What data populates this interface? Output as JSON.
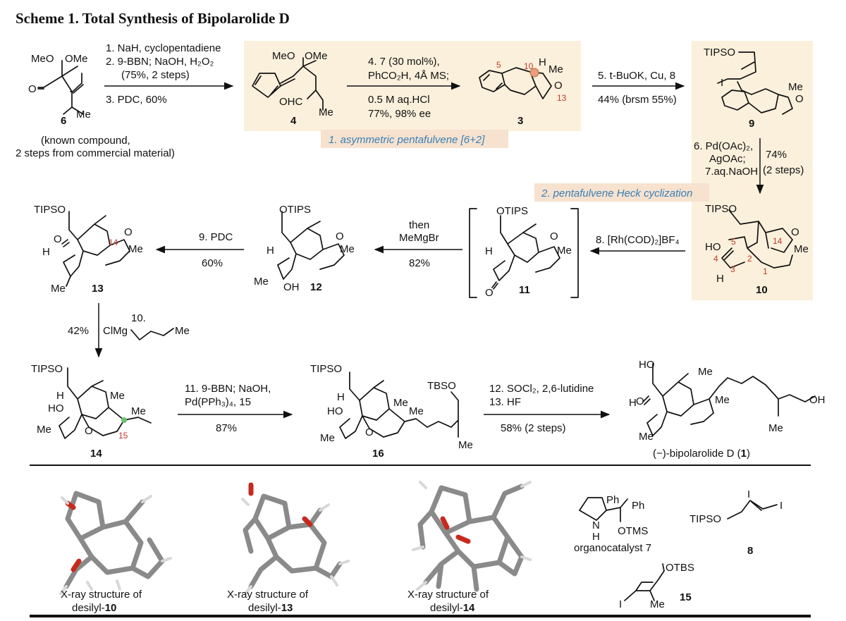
{
  "title": "Scheme 1. Total Synthesis of Bipolarolide D",
  "compounds": {
    "c6": {
      "label": "6",
      "meo": "MeO",
      "ome": "OMe",
      "o": "O",
      "me": "Me",
      "note1": "(known compound,",
      "note2": "2 steps from commercial material)"
    },
    "c4": {
      "label": "4",
      "meo": "MeO",
      "ome": "OMe",
      "ohc": "OHC",
      "me": "Me"
    },
    "c3": {
      "label": "3",
      "h": "H",
      "me": "Me",
      "o": "O",
      "n5": "5",
      "n10": "10",
      "n13": "13"
    },
    "c9": {
      "label": "9",
      "tipso": "TIPSO",
      "i": "I",
      "me": "Me",
      "o": "O"
    },
    "c10": {
      "label": "10",
      "tipso": "TIPSO",
      "ho": "HO",
      "h": "H",
      "o": "O",
      "me": "Me",
      "n5": "5",
      "n4": "4",
      "n3": "3",
      "n2": "2",
      "n1": "1",
      "n14": "14"
    },
    "c11": {
      "label": "11",
      "otips": "OTIPS",
      "h": "H",
      "o": "O",
      "me": "Me"
    },
    "c12": {
      "label": "12",
      "otips": "OTIPS",
      "h": "H",
      "me": "Me",
      "me2": "Me",
      "oh": "OH",
      "o": "O"
    },
    "c13": {
      "label": "13",
      "tipso": "TIPSO",
      "h": "H",
      "o": "O",
      "me": "Me",
      "me2": "Me",
      "n14": "14"
    },
    "c14": {
      "label": "14",
      "tipso": "TIPSO",
      "h": "H",
      "ho": "HO",
      "me": "Me",
      "me2": "Me",
      "me3": "Me",
      "o": "O",
      "n15": "15"
    },
    "c16": {
      "label": "16",
      "tipso": "TIPSO",
      "tbso": "TBSO",
      "h": "H",
      "ho": "HO",
      "me": "Me",
      "me2": "Me",
      "me3": "Me",
      "me4": "Me",
      "o": "O"
    },
    "c1": {
      "label": "(−)-bipolarolide D (",
      "bold": "1",
      "close": ")",
      "ho": "HO",
      "h": "H",
      "o": "O",
      "me": "Me",
      "me2": "Me",
      "me3": "Me",
      "me4": "Me",
      "oh": "OH"
    },
    "c7": {
      "caption": "organocatalyst 7",
      "ph": "Ph",
      "ph2": "Ph",
      "n": "N",
      "h": "H",
      "otms": "OTMS"
    },
    "c8": {
      "label": "8",
      "tipso": "TIPSO",
      "i": "I",
      "i2": "I"
    },
    "c15": {
      "label": "15",
      "otbs": "OTBS",
      "i": "I",
      "me": "Me"
    }
  },
  "steps": {
    "s1": [
      "1. NaH, cyclopentadiene",
      "2. 9-BBN; NaOH, H₂O₂",
      "(75%, 2 steps)",
      "3. PDC, 60%"
    ],
    "s4": [
      "4. 7 (30 mol%),",
      "PhCO₂H, 4Å MS;",
      "0.5 M aq.HCl",
      "77%, 98% ee"
    ],
    "s5": [
      "5. t-BuOK, Cu, 8",
      "44% (brsm 55%)"
    ],
    "s6": [
      "6. Pd(OAc)₂,",
      "AgOAc;",
      "7.aq.NaOH",
      "74%",
      "(2 steps)"
    ],
    "s8": [
      "8. [Rh(COD)₂]BF₄"
    ],
    "sthen": [
      "then",
      "MeMgBr",
      "82%"
    ],
    "s9": [
      "9. PDC",
      "60%"
    ],
    "s10": [
      "10.",
      "42%",
      "ClMg",
      "Me"
    ],
    "s11": [
      "11. 9-BBN; NaOH,",
      "Pd(PPh₃)₄, 15",
      "87%"
    ],
    "s12": [
      "12. SOCl₂, 2,6-lutidine",
      "13. HF",
      "58% (2 steps)"
    ]
  },
  "highlights": {
    "h1": "1. asymmetric pentafulvene [6+2]",
    "h2": "2. pentafulvene Heck cyclization"
  },
  "xray": [
    {
      "line1": "X-ray structure of",
      "line2a": "desilyl-",
      "line2b": "10"
    },
    {
      "line1": "X-ray structure of",
      "line2a": "desilyl-",
      "line2b": "13"
    },
    {
      "line1": "X-ray structure of",
      "line2a": "desilyl-",
      "line2b": "14"
    }
  ],
  "colors": {
    "highlight": "#fbf0dc",
    "tag": "#f6e2cf",
    "blue_text": "#3a7fb5",
    "red_numbers": "#c0392b",
    "oxygen": "#c8291f"
  }
}
